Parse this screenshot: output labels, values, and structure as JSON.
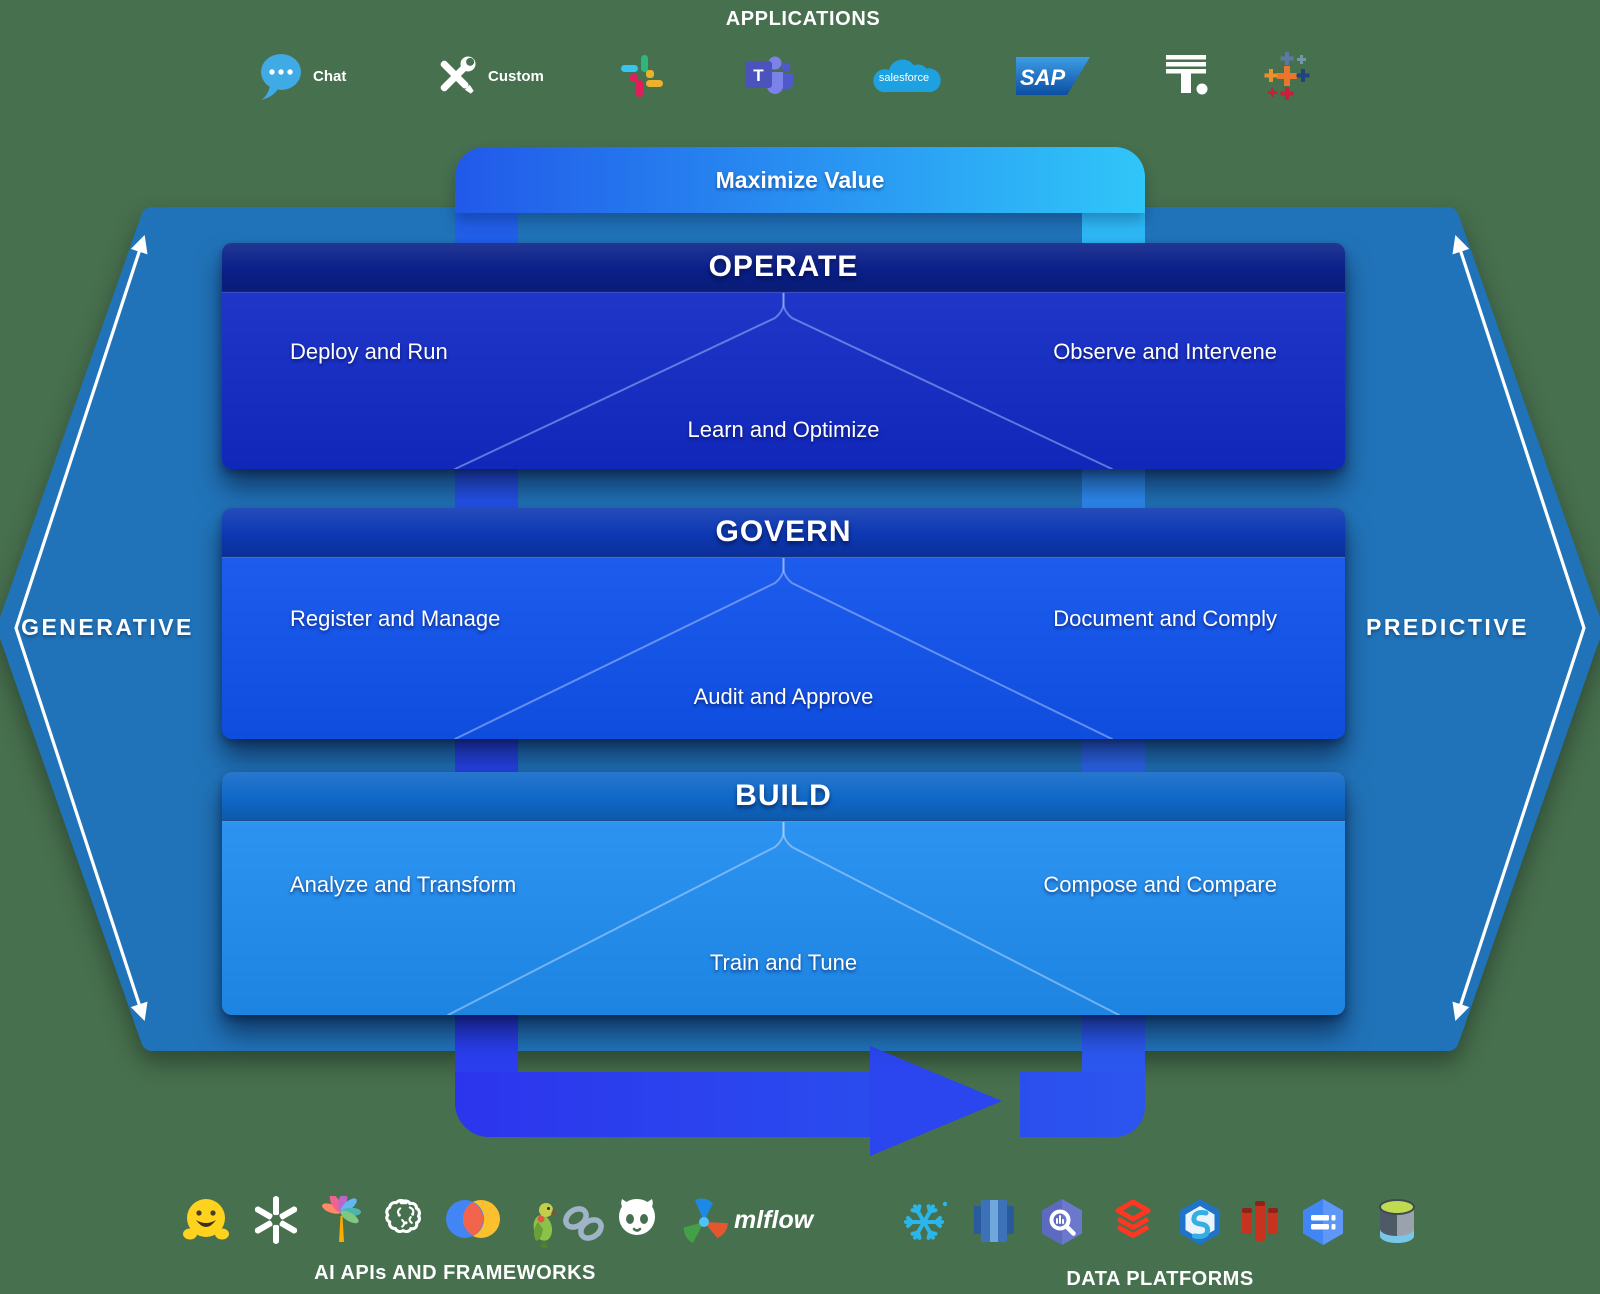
{
  "background_color": "#47704E",
  "applications": {
    "title": "APPLICATIONS",
    "items": [
      {
        "name": "chat",
        "label": "Chat"
      },
      {
        "name": "custom",
        "label": "Custom"
      },
      {
        "name": "slack",
        "label": ""
      },
      {
        "name": "microsoft-teams",
        "label": "",
        "logo_letter": "T"
      },
      {
        "name": "salesforce",
        "label": "salesforce"
      },
      {
        "name": "sap",
        "label": "SAP"
      },
      {
        "name": "t-dot",
        "label": ""
      },
      {
        "name": "tableau",
        "label": ""
      }
    ]
  },
  "loop": {
    "label": "Maximize Value"
  },
  "axis": {
    "left": "GENERATIVE",
    "right": "PREDICTIVE"
  },
  "panels": [
    {
      "title": "OPERATE",
      "left": "Deploy and Run",
      "right": "Observe and Intervene",
      "center": "Learn and Optimize",
      "header_color": "#0A2089",
      "body_color": "#1129C5"
    },
    {
      "title": "GOVERN",
      "left": "Register and Manage",
      "right": "Document and Comply",
      "center": "Audit and Approve",
      "header_color": "#0C38B2",
      "body_color": "#0F52EC"
    },
    {
      "title": "BUILD",
      "left": "Analyze and Transform",
      "right": "Compose and Compare",
      "center": "Train and Tune",
      "header_color": "#0F68C7",
      "body_color": "#1F8CF0"
    }
  ],
  "footer": {
    "ai": {
      "label": "AI APIs AND FRAMEWORKS",
      "icons": [
        "huggingface",
        "openai",
        "palm",
        "ai-brain",
        "overlapping-circles",
        "langchain",
        "github",
        "mlflow"
      ]
    },
    "mlflow_label": "mlflow",
    "data": {
      "label": "DATA PLATFORMS",
      "icons": [
        "snowflake",
        "redshift",
        "bigquery",
        "databricks",
        "synapse",
        "red-columns",
        "hexagon-database",
        "data-lake"
      ],
      "synapse_letter": "S"
    }
  },
  "colors": {
    "hexagon": "#2173B9",
    "loop_left": "#2162EA",
    "loop_right_top": "#30C6F9",
    "loop_bottom": "#2C35ED",
    "arrow": "#2B46EE"
  }
}
